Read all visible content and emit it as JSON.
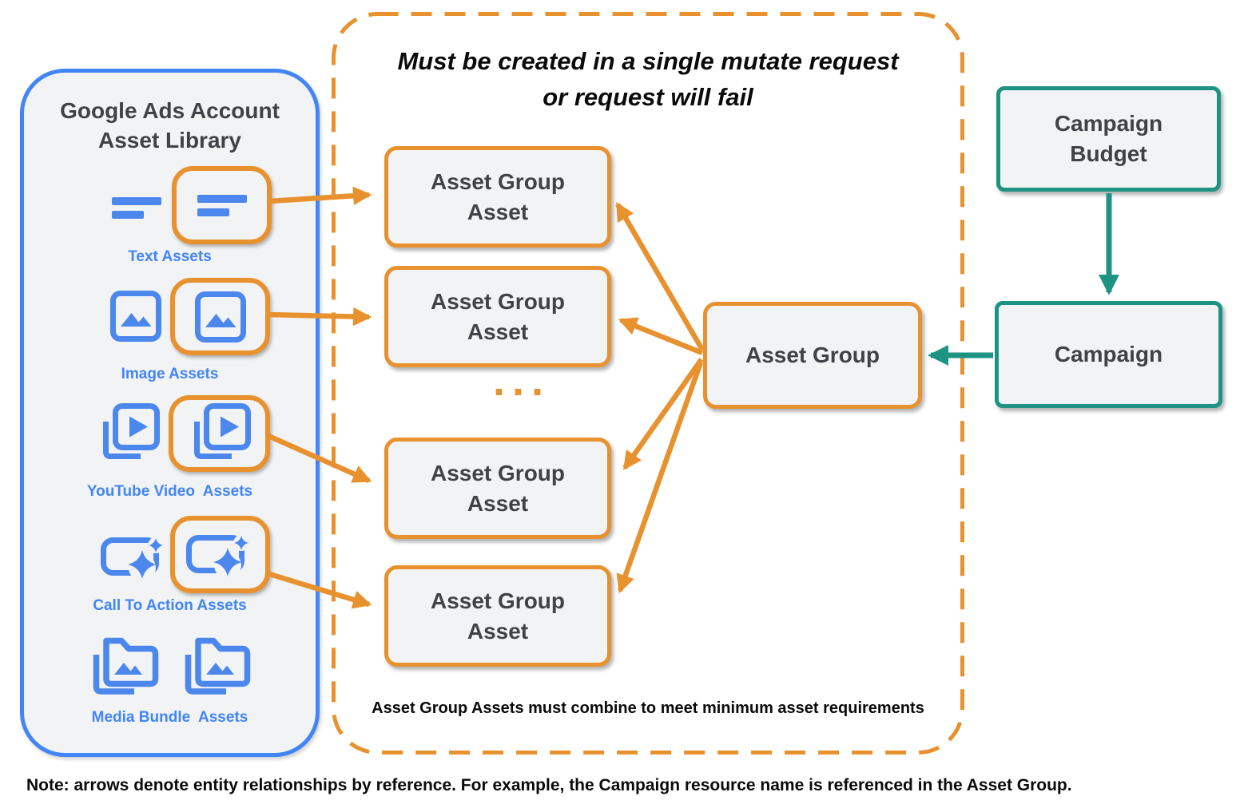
{
  "library": {
    "title": "Google Ads Account\nAsset Library",
    "items": [
      {
        "label": "Text Assets",
        "icon": "text-asset-icon",
        "highlighted": true
      },
      {
        "label": "Image Assets",
        "icon": "image-asset-icon",
        "highlighted": true
      },
      {
        "label": "YouTube Video  Assets",
        "icon": "youtube-video-asset-icon",
        "highlighted": true
      },
      {
        "label": "Call To Action Assets",
        "icon": "call-to-action-asset-icon",
        "highlighted": true
      },
      {
        "label": "Media Bundle  Assets",
        "icon": "media-bundle-asset-icon",
        "highlighted": false
      }
    ]
  },
  "mutate_group": {
    "title": "Must be created in a single mutate request\nor request will fail",
    "boxes": [
      "Asset Group\nAsset",
      "Asset Group\nAsset",
      "Asset Group\nAsset",
      "Asset Group\nAsset"
    ],
    "ellipsis": "...",
    "caption": "Asset Group Assets must combine to meet minimum asset requirements"
  },
  "nodes": {
    "asset_group": "Asset Group",
    "campaign": "Campaign",
    "campaign_budget": "Campaign\nBudget"
  },
  "note": "Note: arrows denote entity relationships by reference. For example, the Campaign resource name is referenced in the Asset Group.",
  "colors": {
    "blue": "#4285F4",
    "icon_blue": "#4C87EE",
    "orange": "#E8912F",
    "teal": "#1E9384",
    "box_fill": "#F1F3F4",
    "text_dark": "#3F4347"
  }
}
